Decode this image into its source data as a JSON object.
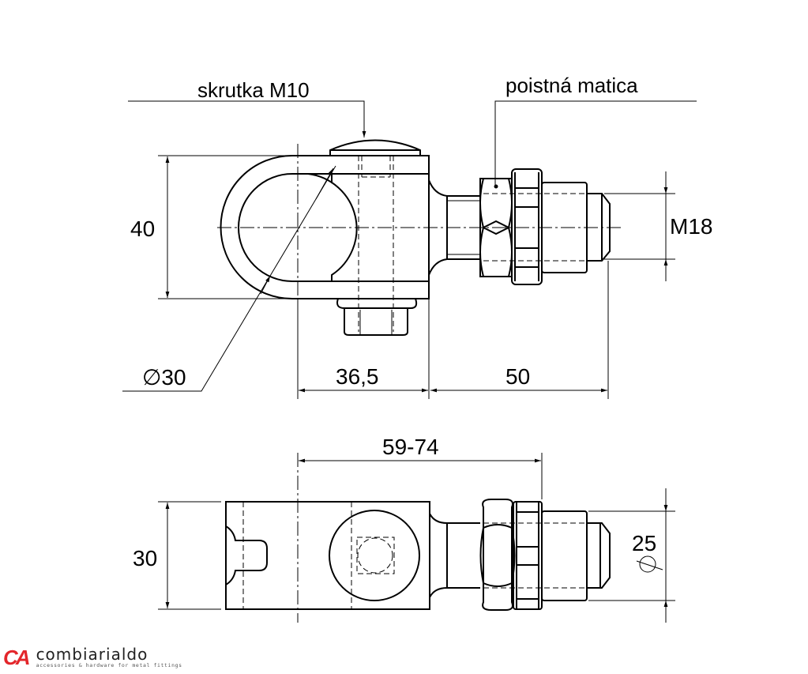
{
  "drawing": {
    "top_view": {
      "callouts": {
        "bolt": "skrutka  M10",
        "lock_nut": "poistná matica"
      },
      "dimensions": {
        "height": "40",
        "thread": "M18",
        "diameter": "∅30",
        "body_length": "36,5",
        "thread_length": "50"
      }
    },
    "side_view": {
      "dimensions": {
        "adjust_range": "59-74",
        "height": "30",
        "nut_diameter": "25",
        "diameter_symbol": "∅"
      }
    }
  },
  "logo": {
    "mark": "CA",
    "name": "combiarialdo",
    "tagline": "accessories & hardware for metal fittings",
    "brand_color": "#e3262b"
  }
}
